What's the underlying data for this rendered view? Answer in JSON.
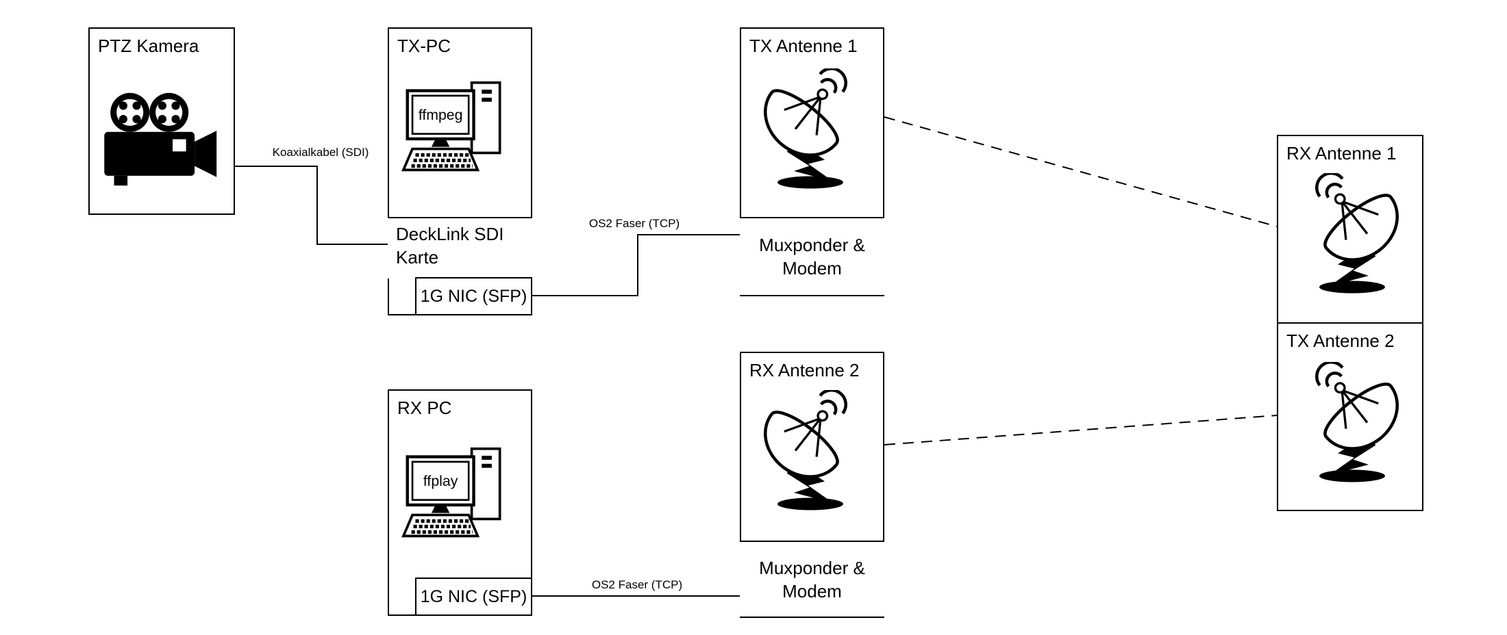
{
  "nodes": {
    "ptz_kamera": {
      "title": "PTZ Kamera"
    },
    "tx_pc": {
      "title": "TX-PC",
      "screen_label": "ffmpeg",
      "card_line1": "DeckLink SDI",
      "card_line2": "Karte",
      "nic": "1G NIC (SFP)"
    },
    "tx_antenne_1": {
      "title": "TX Antenne 1",
      "modem_line1": "Muxponder &",
      "modem_line2": "Modem"
    },
    "rx_antenne_1": {
      "title": "RX Antenne 1"
    },
    "tx_antenne_2": {
      "title": "TX Antenne 2"
    },
    "rx_antenne_2": {
      "title": "RX Antenne 2",
      "modem_line1": "Muxponder &",
      "modem_line2": "Modem"
    },
    "rx_pc": {
      "title": "RX PC",
      "screen_label": "ffplay",
      "nic": "1G NIC (SFP)"
    }
  },
  "edges": {
    "koaxial": {
      "label": "Koaxialkabel (SDI)"
    },
    "os2_top": {
      "label": "OS2 Faser (TCP)"
    },
    "os2_bottom": {
      "label": "OS2 Faser (TCP)"
    }
  },
  "colors": {
    "line": "#000000",
    "background": "#ffffff"
  }
}
